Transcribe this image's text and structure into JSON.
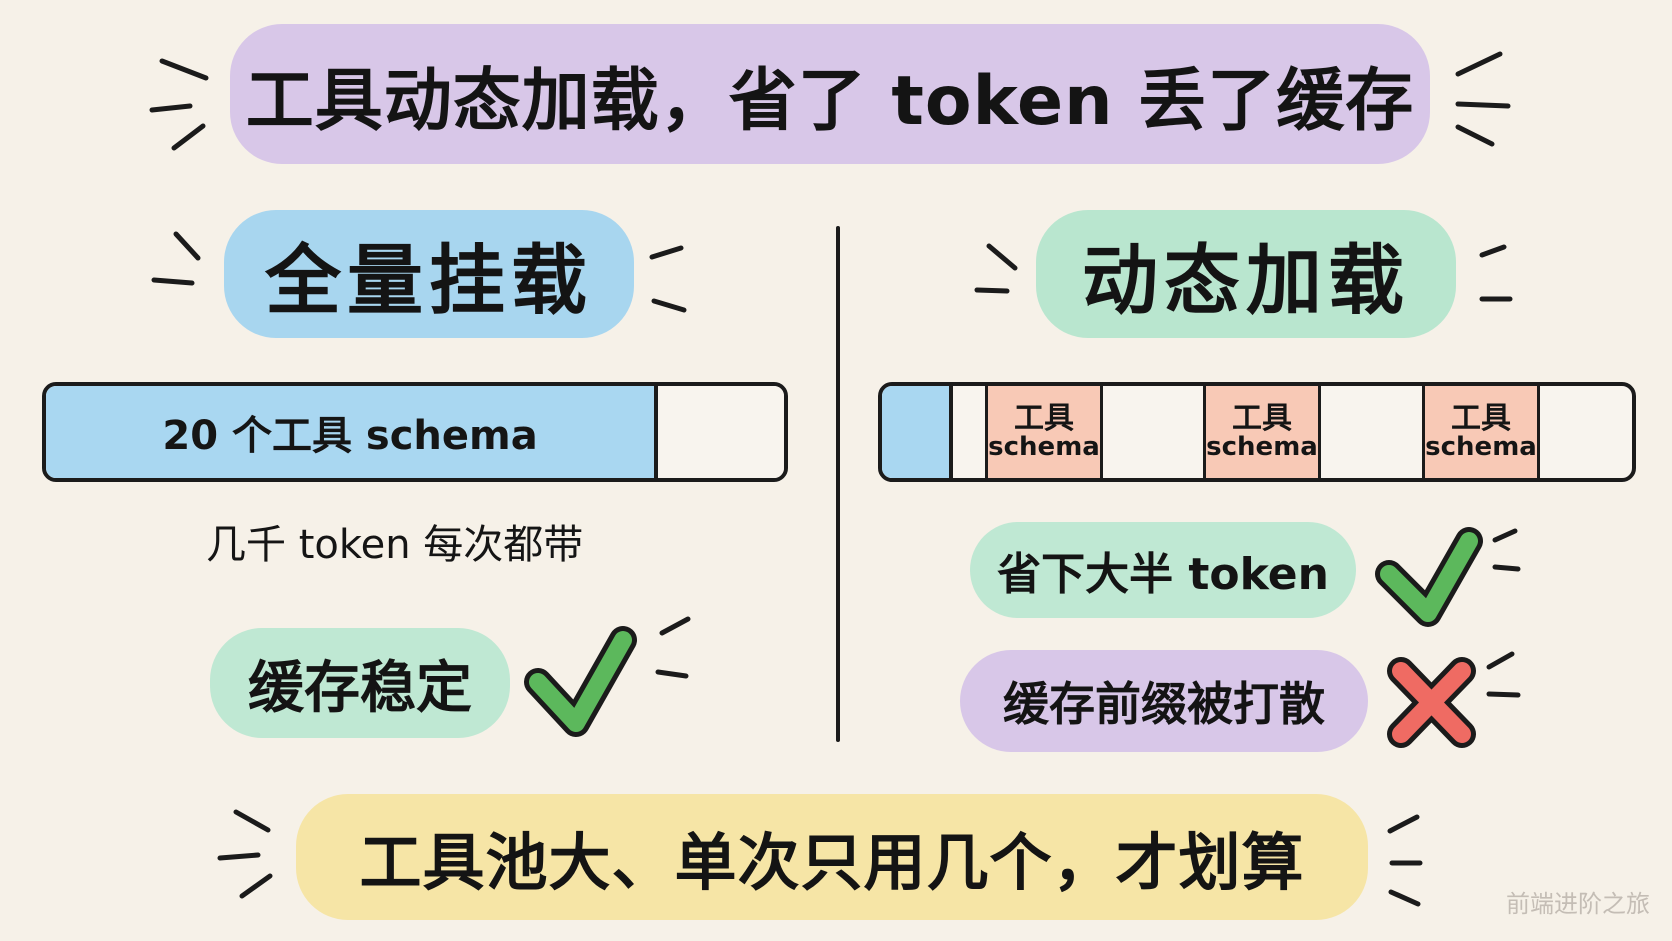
{
  "title": "工具动态加载，省了 token 丢了缓存",
  "left": {
    "heading": "全量挂载",
    "bar_label": "20 个工具 schema",
    "bar_fill_fraction": 0.824,
    "note": "几千 token 每次都带",
    "result_label": "缓存稳定",
    "result_icon": "check-icon"
  },
  "right": {
    "heading": "动态加载",
    "tool_segments": [
      {
        "top": "工具",
        "bottom": "schema"
      },
      {
        "top": "工具",
        "bottom": "schema"
      },
      {
        "top": "工具",
        "bottom": "schema"
      }
    ],
    "result_1_label": "省下大半 token",
    "result_1_icon": "check-icon",
    "result_2_label": "缓存前缀被打散",
    "result_2_icon": "cross-icon"
  },
  "conclusion": "工具池大、单次只用几个，才划算",
  "watermark": "前端进阶之旅",
  "colors": {
    "background": "#f6f1e8",
    "title_bg": "#d8c7e8",
    "left_heading_bg": "#a8d6ef",
    "right_heading_bg": "#b9e6cf",
    "positive_bg": "#bfe8d3",
    "negative_bg": "#d8c7e8",
    "conclusion_bg": "#f6e5a6",
    "schema_blue": "#a9d7f1",
    "tool_segment": "#f8c9b6",
    "check_green": "#5cb85c",
    "cross_red": "#ef6b63"
  }
}
